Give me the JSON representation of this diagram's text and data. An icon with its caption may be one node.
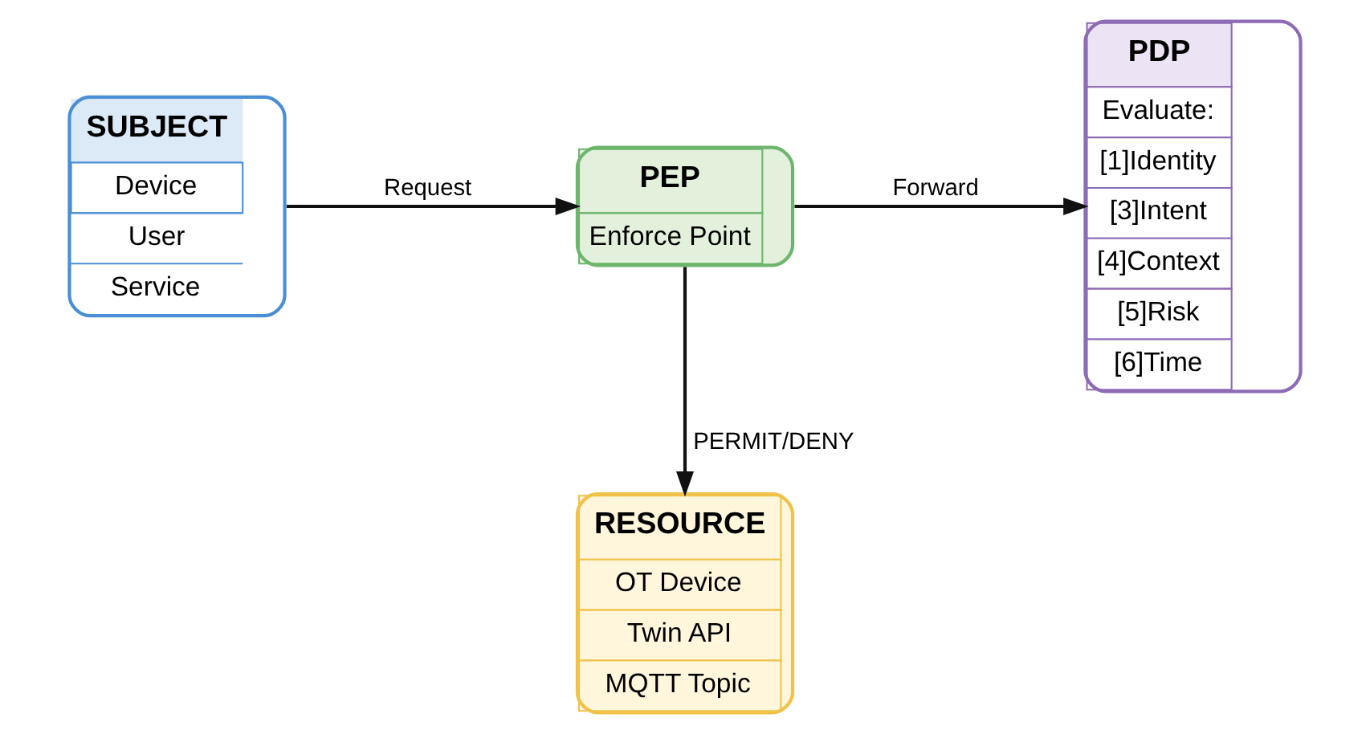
{
  "diagram": {
    "nodes": [
      {
        "text": [
          "SUBJECT",
          "Device",
          "User",
          "Service"
        ]
      },
      {
        "text": [
          "PEP",
          "Enforce Point"
        ]
      },
      {
        "text": [
          "PDP",
          "Evaluate:",
          "[1]Identity",
          "[3]Intent",
          "[4]Context",
          "[5]Risk",
          "[6]Time"
        ]
      },
      {
        "text": [
          "RESOURCE",
          "OT Device",
          "Twin API",
          "MQTT Topic"
        ]
      }
    ],
    "edges": [
      {
        "from": 0,
        "to": 1,
        "arrow": "to",
        "label": "Request"
      },
      {
        "from": 1,
        "to": 2,
        "arrow": "to",
        "label": "Forward"
      },
      {
        "from": 1,
        "to": 3,
        "arrow": "to",
        "label": "PERMIT/DENY"
      }
    ]
  }
}
